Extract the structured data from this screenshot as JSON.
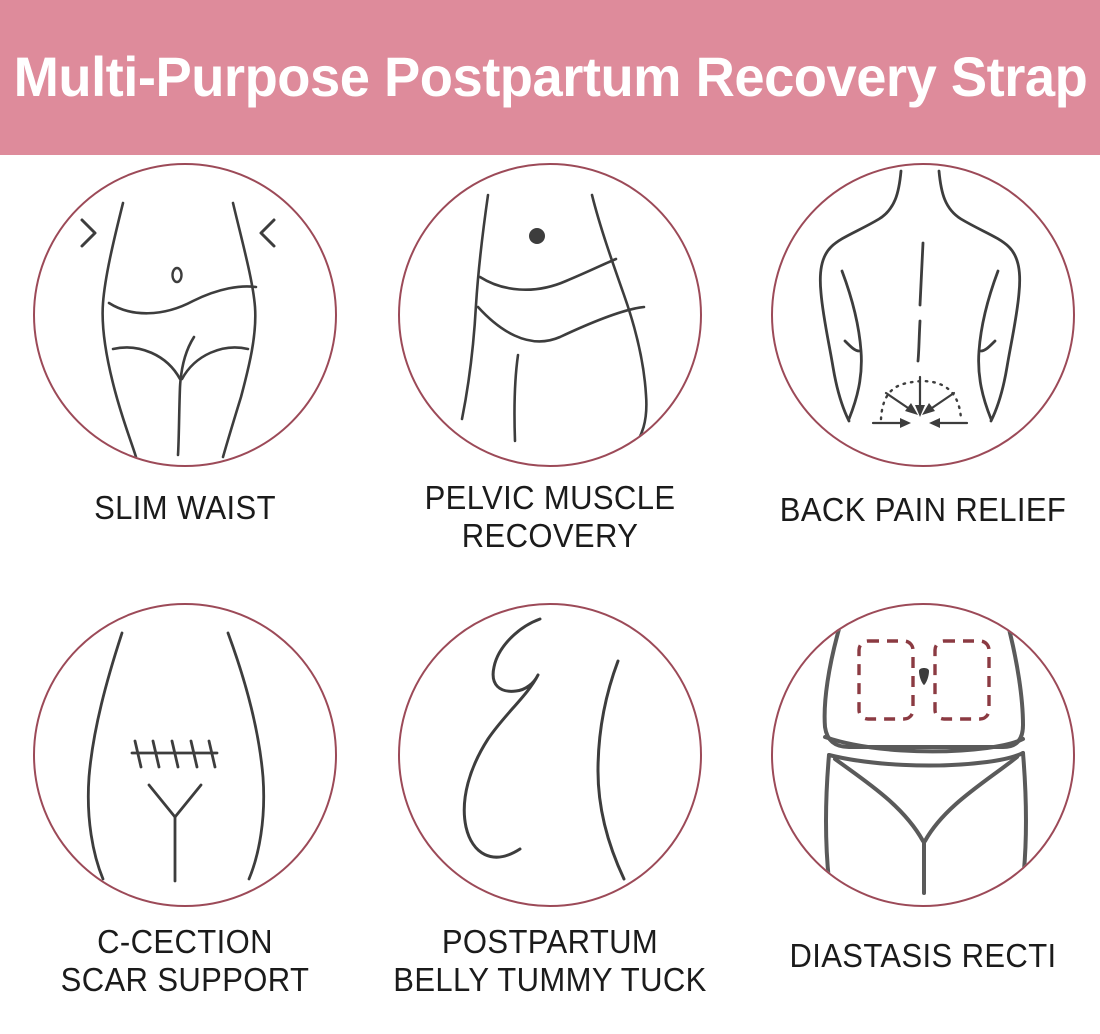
{
  "header": {
    "title": "Multi-Purpose Postpartum Recovery Strap",
    "background_color": "#de8b9b",
    "text_color": "#ffffff"
  },
  "theme": {
    "circle_stroke_color": "#9c4a58",
    "body_line_color": "#3d3d3d",
    "dashed_marker_color": "#8b3a42",
    "page_background": "#ffffff"
  },
  "features": [
    {
      "id": "slim-waist",
      "label": "SLIM WAIST",
      "icon": "torso-slim-waist-icon",
      "icon_description": "Front view of torso with inward arrows at the waist"
    },
    {
      "id": "pelvic-muscle-recovery",
      "label": "PELVIC MUSCLE\nRECOVERY",
      "icon": "pelvis-side-view-icon",
      "icon_description": "Three-quarter view of hips and underwear with navel dot"
    },
    {
      "id": "back-pain-relief",
      "label": "BACK PAIN RELIEF",
      "icon": "back-pain-icon",
      "icon_description": "Back view with spine line and converging arrows at lower back"
    },
    {
      "id": "c-cection-scar-support",
      "label": "C-CECTION\nSCAR SUPPORT",
      "icon": "c-section-scar-icon",
      "icon_description": "Lower abdomen with sutured horizontal incision scar"
    },
    {
      "id": "postpartum-belly-tummy-tuck",
      "label": "POSTPARTUM\nBELLY TUMMY TUCK",
      "icon": "belly-profile-icon",
      "icon_description": "Side profile silhouette of postpartum belly"
    },
    {
      "id": "diastasis-recti",
      "label": "DIASTASIS RECTI",
      "icon": "diastasis-recti-icon",
      "icon_description": "Abdomen with two dashed rectangles marking separated abdominal muscles"
    }
  ]
}
